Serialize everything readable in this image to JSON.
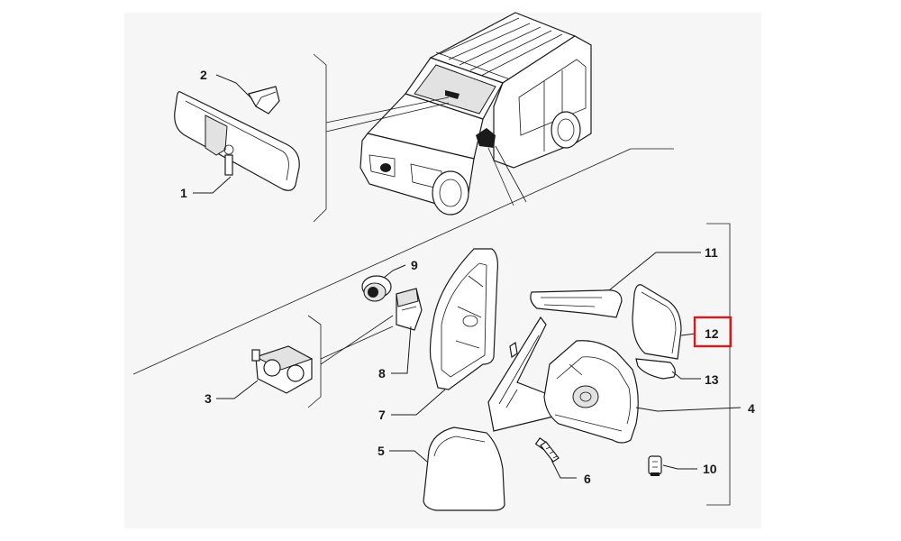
{
  "colors": {
    "background": "#ffffff",
    "panel": "#f6f6f6",
    "ink": "#1a1a1a",
    "highlight": "#d41c1c"
  },
  "callouts": {
    "c1": "1",
    "c2": "2",
    "c3": "3",
    "c4": "4",
    "c5": "5",
    "c6": "6",
    "c7": "7",
    "c8": "8",
    "c9": "9",
    "c10": "10",
    "c11": "11",
    "c12": "12",
    "c13": "13"
  },
  "highlighted_callout": "12"
}
